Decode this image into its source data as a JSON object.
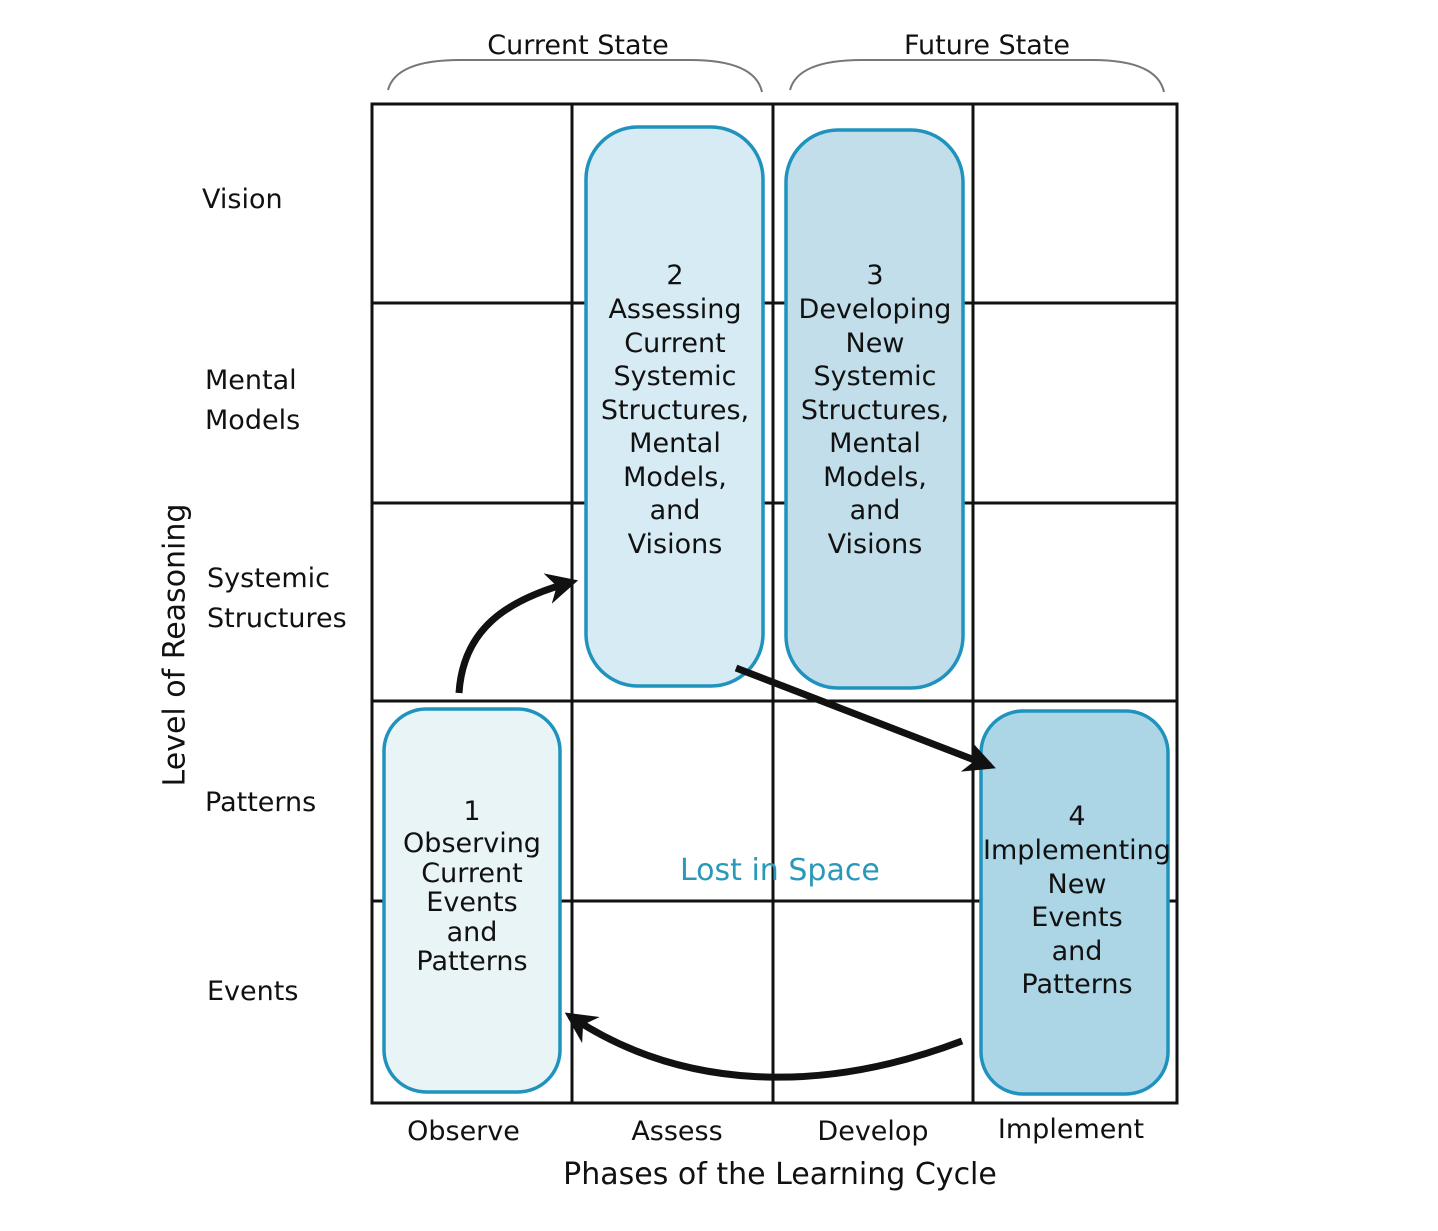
{
  "header": {
    "current_state": "Current State",
    "future_state": "Future State"
  },
  "y_axis": {
    "title": "Level of Reasoning",
    "levels": [
      "Vision",
      "Mental\nModels",
      "Systemic\nStructures",
      "Patterns",
      "Events"
    ]
  },
  "x_axis": {
    "title": "Phases of the Learning Cycle",
    "phases": [
      "Observe",
      "Assess",
      "Develop",
      "Implement"
    ]
  },
  "steps": [
    {
      "number": "1",
      "label": "Observing\nCurrent\nEvents\nand\nPatterns",
      "fill": "#e8f4f5"
    },
    {
      "number": "2",
      "label": "Assessing\nCurrent\nSystemic\nStructures,\nMental\nModels,\nand\nVisions",
      "fill": "#d6ebf3"
    },
    {
      "number": "3",
      "label": "Developing\nNew\nSystemic\nStructures,\nMental\nModels,\nand\nVisions",
      "fill": "#c1deea"
    },
    {
      "number": "4",
      "label": "Implementing\nNew\nEvents\nand\nPatterns",
      "fill": "#acd5e5"
    }
  ],
  "callout": "Lost in Space",
  "colors": {
    "box_stroke": "#1f93bd",
    "callout": "#2a98b8",
    "grid": "#111111"
  }
}
